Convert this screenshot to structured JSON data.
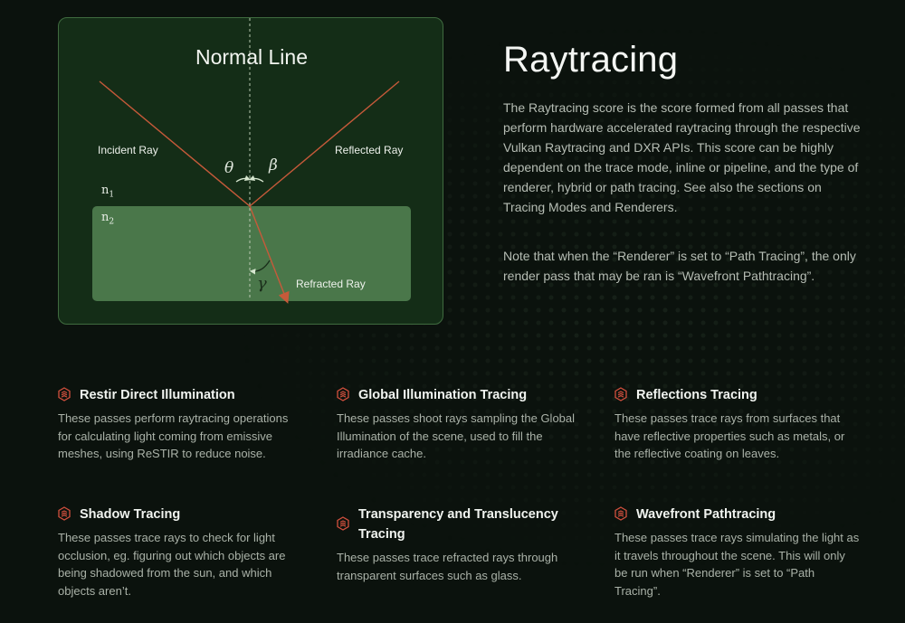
{
  "diagram": {
    "title": "Normal Line",
    "incident_label": "Incident Ray",
    "reflected_label": "Reflected Ray",
    "refracted_label": "Refracted Ray",
    "theta_symbol": "θ",
    "beta_symbol": "β",
    "gamma_symbol": "γ",
    "n1": "n",
    "n1_sub": "1",
    "n2": "n",
    "n2_sub": "2"
  },
  "hero": {
    "title": "Raytracing",
    "paragraph1": "The Raytracing score is the score formed from all passes that perform hardware accelerated raytracing through the respective Vulkan Raytracing and DXR APIs. This score can be highly dependent on the trace mode, inline or pipeline, and the type of renderer, hybrid or path tracing. See also the sections on Tracing Modes and Renderers.",
    "paragraph2": "Note that when the “Renderer” is set to “Path Tracing”, the only render pass that may be ran is “Wavefront Pathtracing”."
  },
  "features": [
    {
      "icon": "hexagon-layers-icon",
      "title": "Restir Direct Illumination",
      "description": "These passes perform raytracing operations for calculating light coming from emissive meshes, using ReSTIR to reduce noise."
    },
    {
      "icon": "hexagon-layers-icon",
      "title": "Global Illumination Tracing",
      "description": "These passes shoot rays sampling the Global Illumination of the scene, used to fill the irradiance cache."
    },
    {
      "icon": "hexagon-layers-icon",
      "title": "Reflections Tracing",
      "description": "These passes trace rays from surfaces that have reflective properties such as metals, or the reflective coating on leaves."
    },
    {
      "icon": "hexagon-layers-icon",
      "title": "Shadow Tracing",
      "description": "These passes trace rays to check for light occlusion, eg. figuring out which objects are being shadowed from the sun, and which objects aren’t."
    },
    {
      "icon": "hexagon-layers-icon",
      "title": "Transparency and Translucency Tracing",
      "description": "These passes trace refracted rays through transparent surfaces such as glass."
    },
    {
      "icon": "hexagon-layers-icon",
      "title": "Wavefront Pathtracing",
      "description": "These passes trace rays simulating the light as it travels throughout the scene. This will only be run when “Renderer” is set to “Path Tracing”."
    }
  ],
  "colors": {
    "background": "#0b120d",
    "panel": "#142d17",
    "medium": "#4a774a",
    "ray": "#c65a3a",
    "icon": "#d2503e"
  }
}
